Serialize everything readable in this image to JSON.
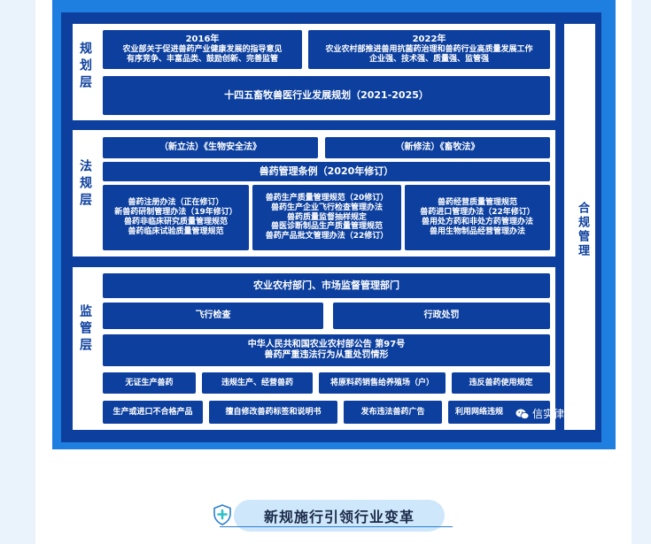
{
  "compliance_management": "合规管理",
  "layers": {
    "planning": {
      "label": "规划层",
      "items": [
        {
          "year": "2016年",
          "text": "农业部关于促进兽药产业健康发展的指导意见\n有序竞争、丰富品类、鼓励创新、完善监管"
        },
        {
          "year": "2022年",
          "text": "农业农村部推进兽用抗菌药治理和兽药行业高质量发展工作\n企业强、技术强、质量强、监管强"
        }
      ],
      "five_year_plan": "十四五畜牧兽医行业发展规划（2021-2025）"
    },
    "law": {
      "label": "法规层",
      "new_law": "（新立法）《生物安全法》",
      "revised_law": "（新修法）《畜牧法》",
      "regulation": "兽药管理条例（2020年修订）",
      "columns": [
        "兽药注册办法（正在修订）\n新兽药研制管理办法（19年修订）\n兽药非临床研究质量管理规范\n兽药临床试验质量管理规范",
        "兽药生产质量管理规范（20修订）\n兽药生产企业飞行检查管理办法\n兽药质量监督抽样规定\n兽医诊断制品生产质量管理规范\n兽药产品批文管理办法（22修订）",
        "兽药经营质量管理规范\n兽药进口管理办法（22年修订）\n兽用处方药和非处方药管理办法\n兽用生物制品经营管理办法"
      ]
    },
    "supervision": {
      "label": "监管层",
      "departments": "农业农村部门、市场监督管理部门",
      "flight_inspection": "飞行检查",
      "admin_penalty": "行政处罚",
      "announcement": "中华人民共和国农业农村部公告 第97号\n兽药严重违法行为从重处罚情形",
      "row1": [
        "无证生产兽药",
        "违规生产、经营兽药",
        "将原料药销售给养殖场（户）",
        "违反兽药使用规定"
      ],
      "row2": [
        "生产或进口不合格产品",
        "擅自修改兽药标签和说明书",
        "发布违法兽药广告",
        "利用网络违规"
      ]
    }
  },
  "watermark": "信实律师",
  "footer_title": "新规施行引领行业变革",
  "colors": {
    "frame": "#1f7fe0",
    "inner": "#0c3f9e",
    "box": "#0c3f9e",
    "pill": "#cfe7fb"
  }
}
